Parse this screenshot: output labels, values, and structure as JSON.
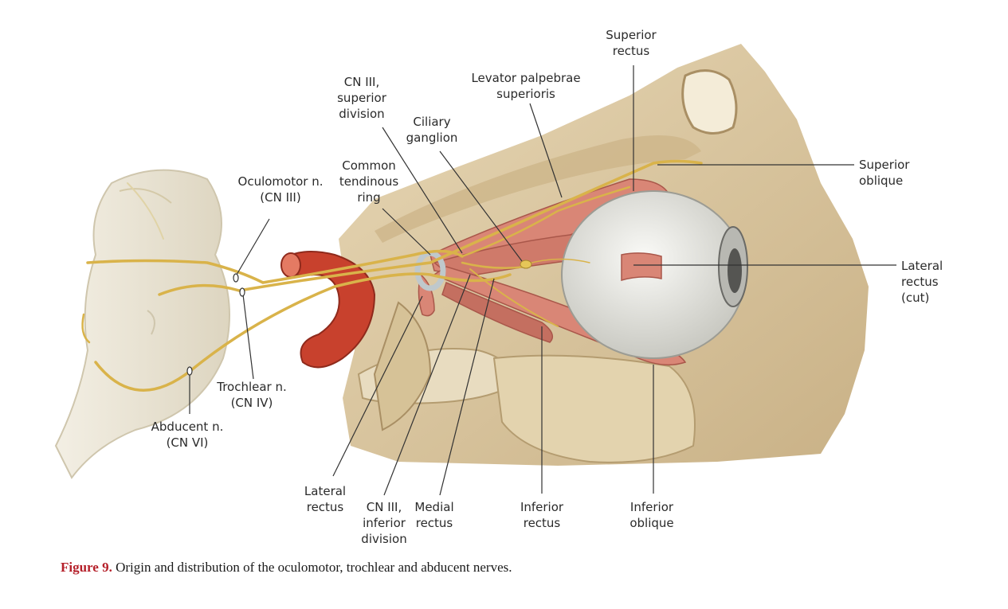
{
  "labels": {
    "superior_rectus": "Superior\nrectus",
    "levator": "Levator palpebrae\nsuperioris",
    "cn3_superior": "CN III,\nsuperior\ndivision",
    "ciliary_ganglion": "Ciliary\nganglion",
    "common_ring": "Common\ntendinous\nring",
    "oculomotor": "Oculomotor n.\n(CN III)",
    "superior_oblique": "Superior\noblique",
    "lateral_rectus_cut": "Lateral\nrectus\n(cut)",
    "trochlear": "Trochlear n.\n(CN IV)",
    "abducent": "Abducent n.\n(CN VI)",
    "lateral_rectus": "Lateral\nrectus",
    "cn3_inferior": "CN III,\ninferior\ndivision",
    "medial_rectus": "Medial\nrectus",
    "inferior_rectus": "Inferior\nrectus",
    "inferior_oblique": "Inferior\noblique"
  },
  "caption": {
    "number": "Figure 9.",
    "text": " Origin and distribution of the oculomotor, trochlear and abducent nerves."
  },
  "colors": {
    "bone": "#dcc8a2",
    "bone_dark": "#b9a27a",
    "brainstem": "#ece6d6",
    "artery": "#c8412d",
    "muscle": "#d98676",
    "nerve": "#d9b34a",
    "eyeball": "#eeeeea",
    "leader": "#333333"
  }
}
